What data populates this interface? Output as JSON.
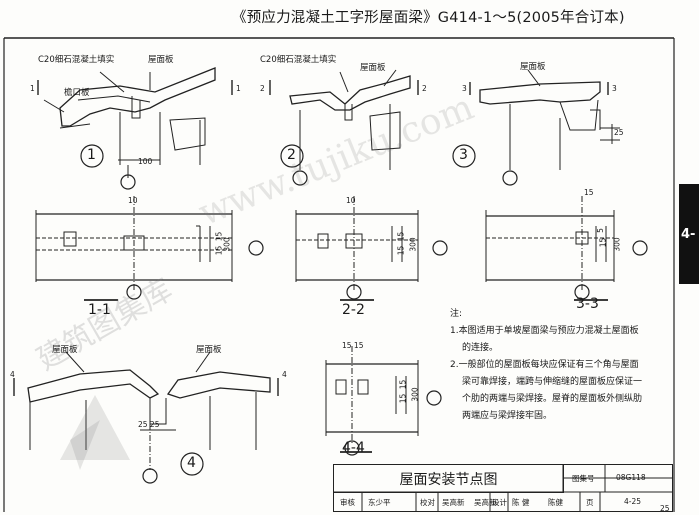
{
  "header": {
    "title": "《预应力混凝土工字形屋面梁》G414-1～5(2005年合订本)"
  },
  "side_tab": {
    "label": "4-"
  },
  "labels": {
    "c20_1": "C20细石混凝土填实",
    "c20_2": "C20细石混凝土填实",
    "roof_panel_1": "屋面板",
    "roof_panel_2": "屋面板",
    "roof_panel_3": "屋面板",
    "roof_panel_4a": "屋面板",
    "roof_panel_4b": "屋面板",
    "eave_panel": "檐口板"
  },
  "details": {
    "d1": "1",
    "d2": "2",
    "d3": "3",
    "d4": "4"
  },
  "cut_marks": {
    "c1l": "1",
    "c1r": "1",
    "c2l": "2",
    "c2r": "2",
    "c3l": "3",
    "c3r": "3",
    "c4l": "4",
    "c4r": "4"
  },
  "dimensions": {
    "d100": "100",
    "d25": "25",
    "d10_1": "10",
    "d10_2": "10",
    "d15_1": "15",
    "v15_1": "15",
    "v15_1b": "15",
    "v300_1": "300",
    "v15_2": "15",
    "v15_2b": "15",
    "v300_2": "300",
    "v5_3": "5",
    "v15_3": "15",
    "v300_3": "300",
    "d25_25": "25 25",
    "d1515": "15 15",
    "v15_4": "15",
    "v15_4b": "15",
    "v300_4": "300"
  },
  "sections": {
    "s11": "1-1",
    "s22": "2-2",
    "s33": "3-3",
    "s44": "4-4"
  },
  "notes": {
    "heading": "注:",
    "n1a": "1.本图适用于单坡屋面梁与预应力混凝土屋面板",
    "n1b": "的连接。",
    "n2a": "2.一般部位的屋面板每块应保证有三个角与屋面",
    "n2b": "梁可靠焊接，端跨与伸缩缝的屋面板应保证一",
    "n2c": "个肋的两端与梁焊接。屋脊的屋面板外侧纵肋",
    "n2d": "两端应与梁焊接牢固。"
  },
  "title_block": {
    "title": "屋面安装节点图",
    "atlas_no_label": "图集号",
    "atlas_no": "08G118",
    "review_label": "审核",
    "review_sign": "东少平",
    "check_label": "校对",
    "check_name": "吴高新",
    "check_sign": "吴高新",
    "design_label": "设计",
    "design_name": "陈 健",
    "design_sign": "陈健",
    "page_label": "页",
    "page_no": "4-25"
  },
  "page_foot": "25",
  "watermark": {
    "text": "www.tujiku.com",
    "brand": "建筑图集库"
  }
}
